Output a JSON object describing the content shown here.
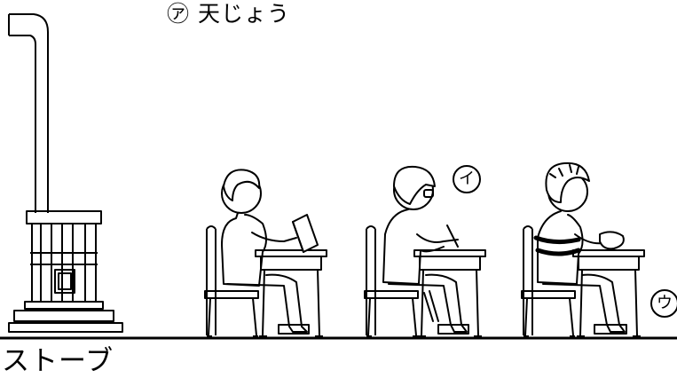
{
  "labels": {
    "ceiling": "㋐ 天じょう",
    "stove": "ストーブ",
    "point_i": "イ",
    "point_u": "ウ"
  }
}
